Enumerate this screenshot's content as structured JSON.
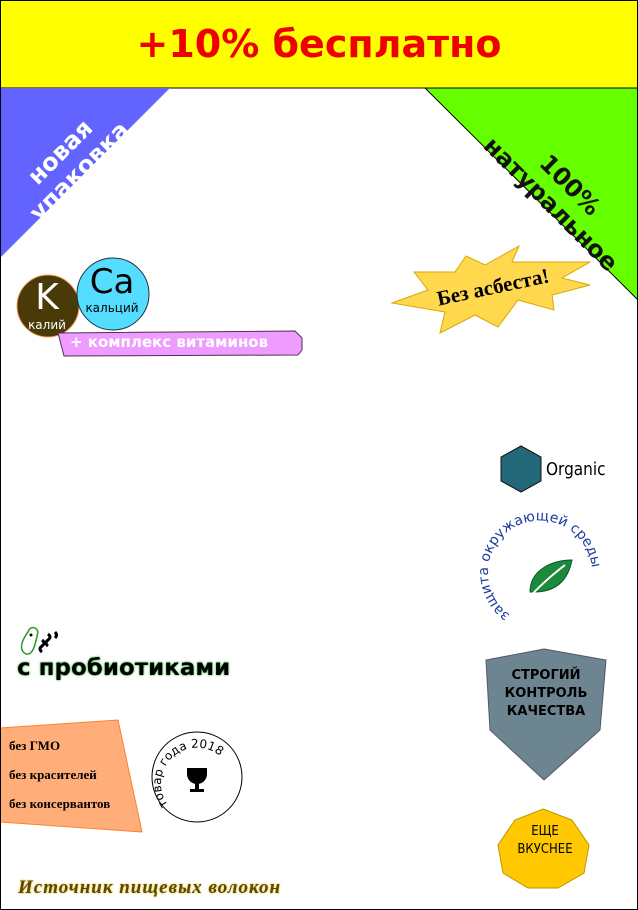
{
  "promo_banner": {
    "text": "+10% бесплатно",
    "bg_color": "#ffff00",
    "text_color": "#ee0000"
  },
  "corner_left": {
    "lines": [
      "новая",
      "упаковка"
    ],
    "color": "#6363ff"
  },
  "corner_right": {
    "lines": [
      "100%",
      "натуральное"
    ],
    "color": "#66ff00"
  },
  "minerals": {
    "potassium": {
      "symbol": "K",
      "name": "калий"
    },
    "calcium": {
      "symbol": "Ca",
      "name": "кальций"
    },
    "vitamins": "+ комплекс витаминов"
  },
  "asbestos_badge": "Без асбеста!",
  "organic_badge": "Organic",
  "eco_badge": "защита окружающей среды",
  "probiotics": "с пробиотиками",
  "free_from": [
    "без ГМО",
    "без красителей",
    "без консервантов"
  ],
  "award_stamp": "товар года 2018",
  "quality_shield": [
    "СТРОГИЙ",
    "КОНТРОЛЬ",
    "КАЧЕСТВА"
  ],
  "tastier_badge": [
    "ЕЩЕ",
    "ВКУСНЕЕ"
  ],
  "fiber_text": "Источник пищевых волокон"
}
